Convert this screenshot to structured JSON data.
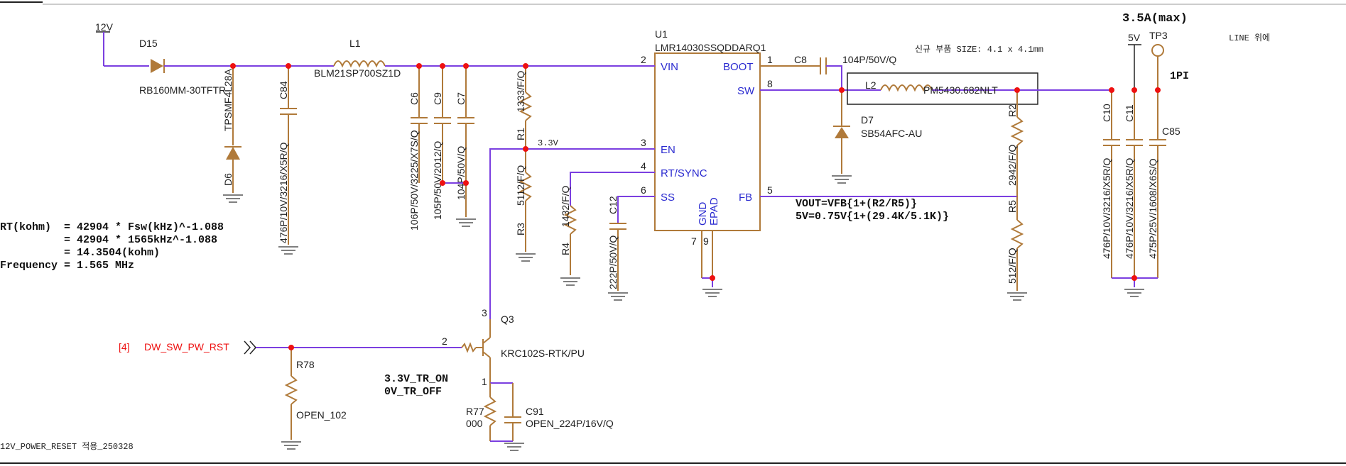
{
  "power": {
    "rail_in": "12V",
    "rail_out": "5V",
    "tp": "TP3",
    "current": "3.5A(max)",
    "tp_note": "1PI",
    "line_note": "LINE 위에"
  },
  "ic": {
    "ref": "U1",
    "part": "LMR14030SSQDDARQ1",
    "pins": {
      "vin": "VIN",
      "boot": "BOOT",
      "sw": "SW",
      "en": "EN",
      "rtsync": "RT/SYNC",
      "ss": "SS",
      "fb": "FB",
      "gnd": "GND",
      "epad": "EPAD"
    },
    "pin_nums": {
      "vin": "2",
      "boot": "1",
      "sw": "8",
      "en": "3",
      "rtsync": "4",
      "ss": "6",
      "fb": "5",
      "gnd": "7",
      "epad": "9"
    }
  },
  "parts": {
    "d15": {
      "ref": "D15",
      "value": "RB160MM-30TFTR"
    },
    "d6": {
      "ref": "D6",
      "value": "TPSMF4L28A"
    },
    "c84": {
      "ref": "C84",
      "value": "476P/10V/3216/X5R/Q"
    },
    "l1": {
      "ref": "L1",
      "value": "BLM21SP700SZ1D"
    },
    "c6": {
      "ref": "C6",
      "value": "106P/50V/3225/X7S/Q"
    },
    "c9": {
      "ref": "C9",
      "value": "105P/50V/2012/Q"
    },
    "c7": {
      "ref": "C7",
      "value": "104P/50V/Q"
    },
    "r1": {
      "ref": "R1",
      "value": "1333/F/Q"
    },
    "r3": {
      "ref": "R3",
      "value": "5112/F/Q"
    },
    "r4": {
      "ref": "R4",
      "value": "1432/F/Q"
    },
    "c12": {
      "ref": "C12",
      "value": "222P/50V/Q"
    },
    "c8": {
      "ref": "C8",
      "value": "104P/50V/Q"
    },
    "l2": {
      "ref": "L2",
      "value": "PM5430.682NLT"
    },
    "d7": {
      "ref": "D7",
      "value": "SB54AFC-AU"
    },
    "r2": {
      "ref": "R2",
      "value": "2942/F/Q"
    },
    "r5": {
      "ref": "R5",
      "value": "512/F/Q"
    },
    "c10": {
      "ref": "C10",
      "value": "476P/10V/3216/X5R/Q"
    },
    "c11": {
      "ref": "C11",
      "value": "476P/10V/3216/X5R/Q"
    },
    "c85": {
      "ref": "C85",
      "value": "475P/25V/1608/X6S/Q"
    },
    "q3": {
      "ref": "Q3",
      "value": "KRC102S-RTK/PU"
    },
    "r78": {
      "ref": "R78",
      "value": "OPEN_102"
    },
    "r77": {
      "ref": "R77",
      "value": "000"
    },
    "c91": {
      "ref": "C91",
      "value": "OPEN_224P/16V/Q"
    }
  },
  "net_en": "3.3V",
  "q3_pins": {
    "base": "2",
    "collector": "3",
    "emitter": "1"
  },
  "signal": {
    "sheet": "[4]",
    "name": "DW_SW_PW_RST"
  },
  "notes": {
    "size": "신규 부품 SIZE: 4.1 x 4.1mm",
    "formula": [
      "RT(kohm)  = 42904 * Fsw(kHz)^-1.088",
      "          = 42904 * 1565kHz^-1.088",
      "          = 14.3504(kohm)",
      "Frequency = 1.565 MHz"
    ],
    "vout": [
      "VOUT=VFB{1+(R2/R5)}",
      "5V=0.75V{1+(29.4K/5.1K)}"
    ],
    "tr": [
      "3.3V_TR_ON",
      "0V_TR_OFF"
    ],
    "footer": "12V_POWER_RESET 적용_250328"
  }
}
